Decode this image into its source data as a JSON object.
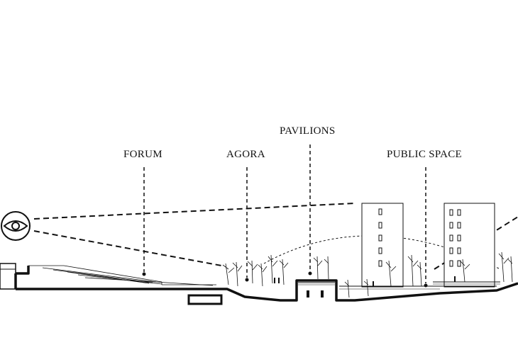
{
  "labels": {
    "forum": "FORUM",
    "agora": "AGORA",
    "pavilions": "PAVILIONS",
    "public_space": "PUBLIC SPACE"
  },
  "icons": {
    "viewpoint": "eye-icon",
    "markers": "dot-marker-icon"
  },
  "colors": {
    "ink": "#111111",
    "background": "#ffffff"
  }
}
